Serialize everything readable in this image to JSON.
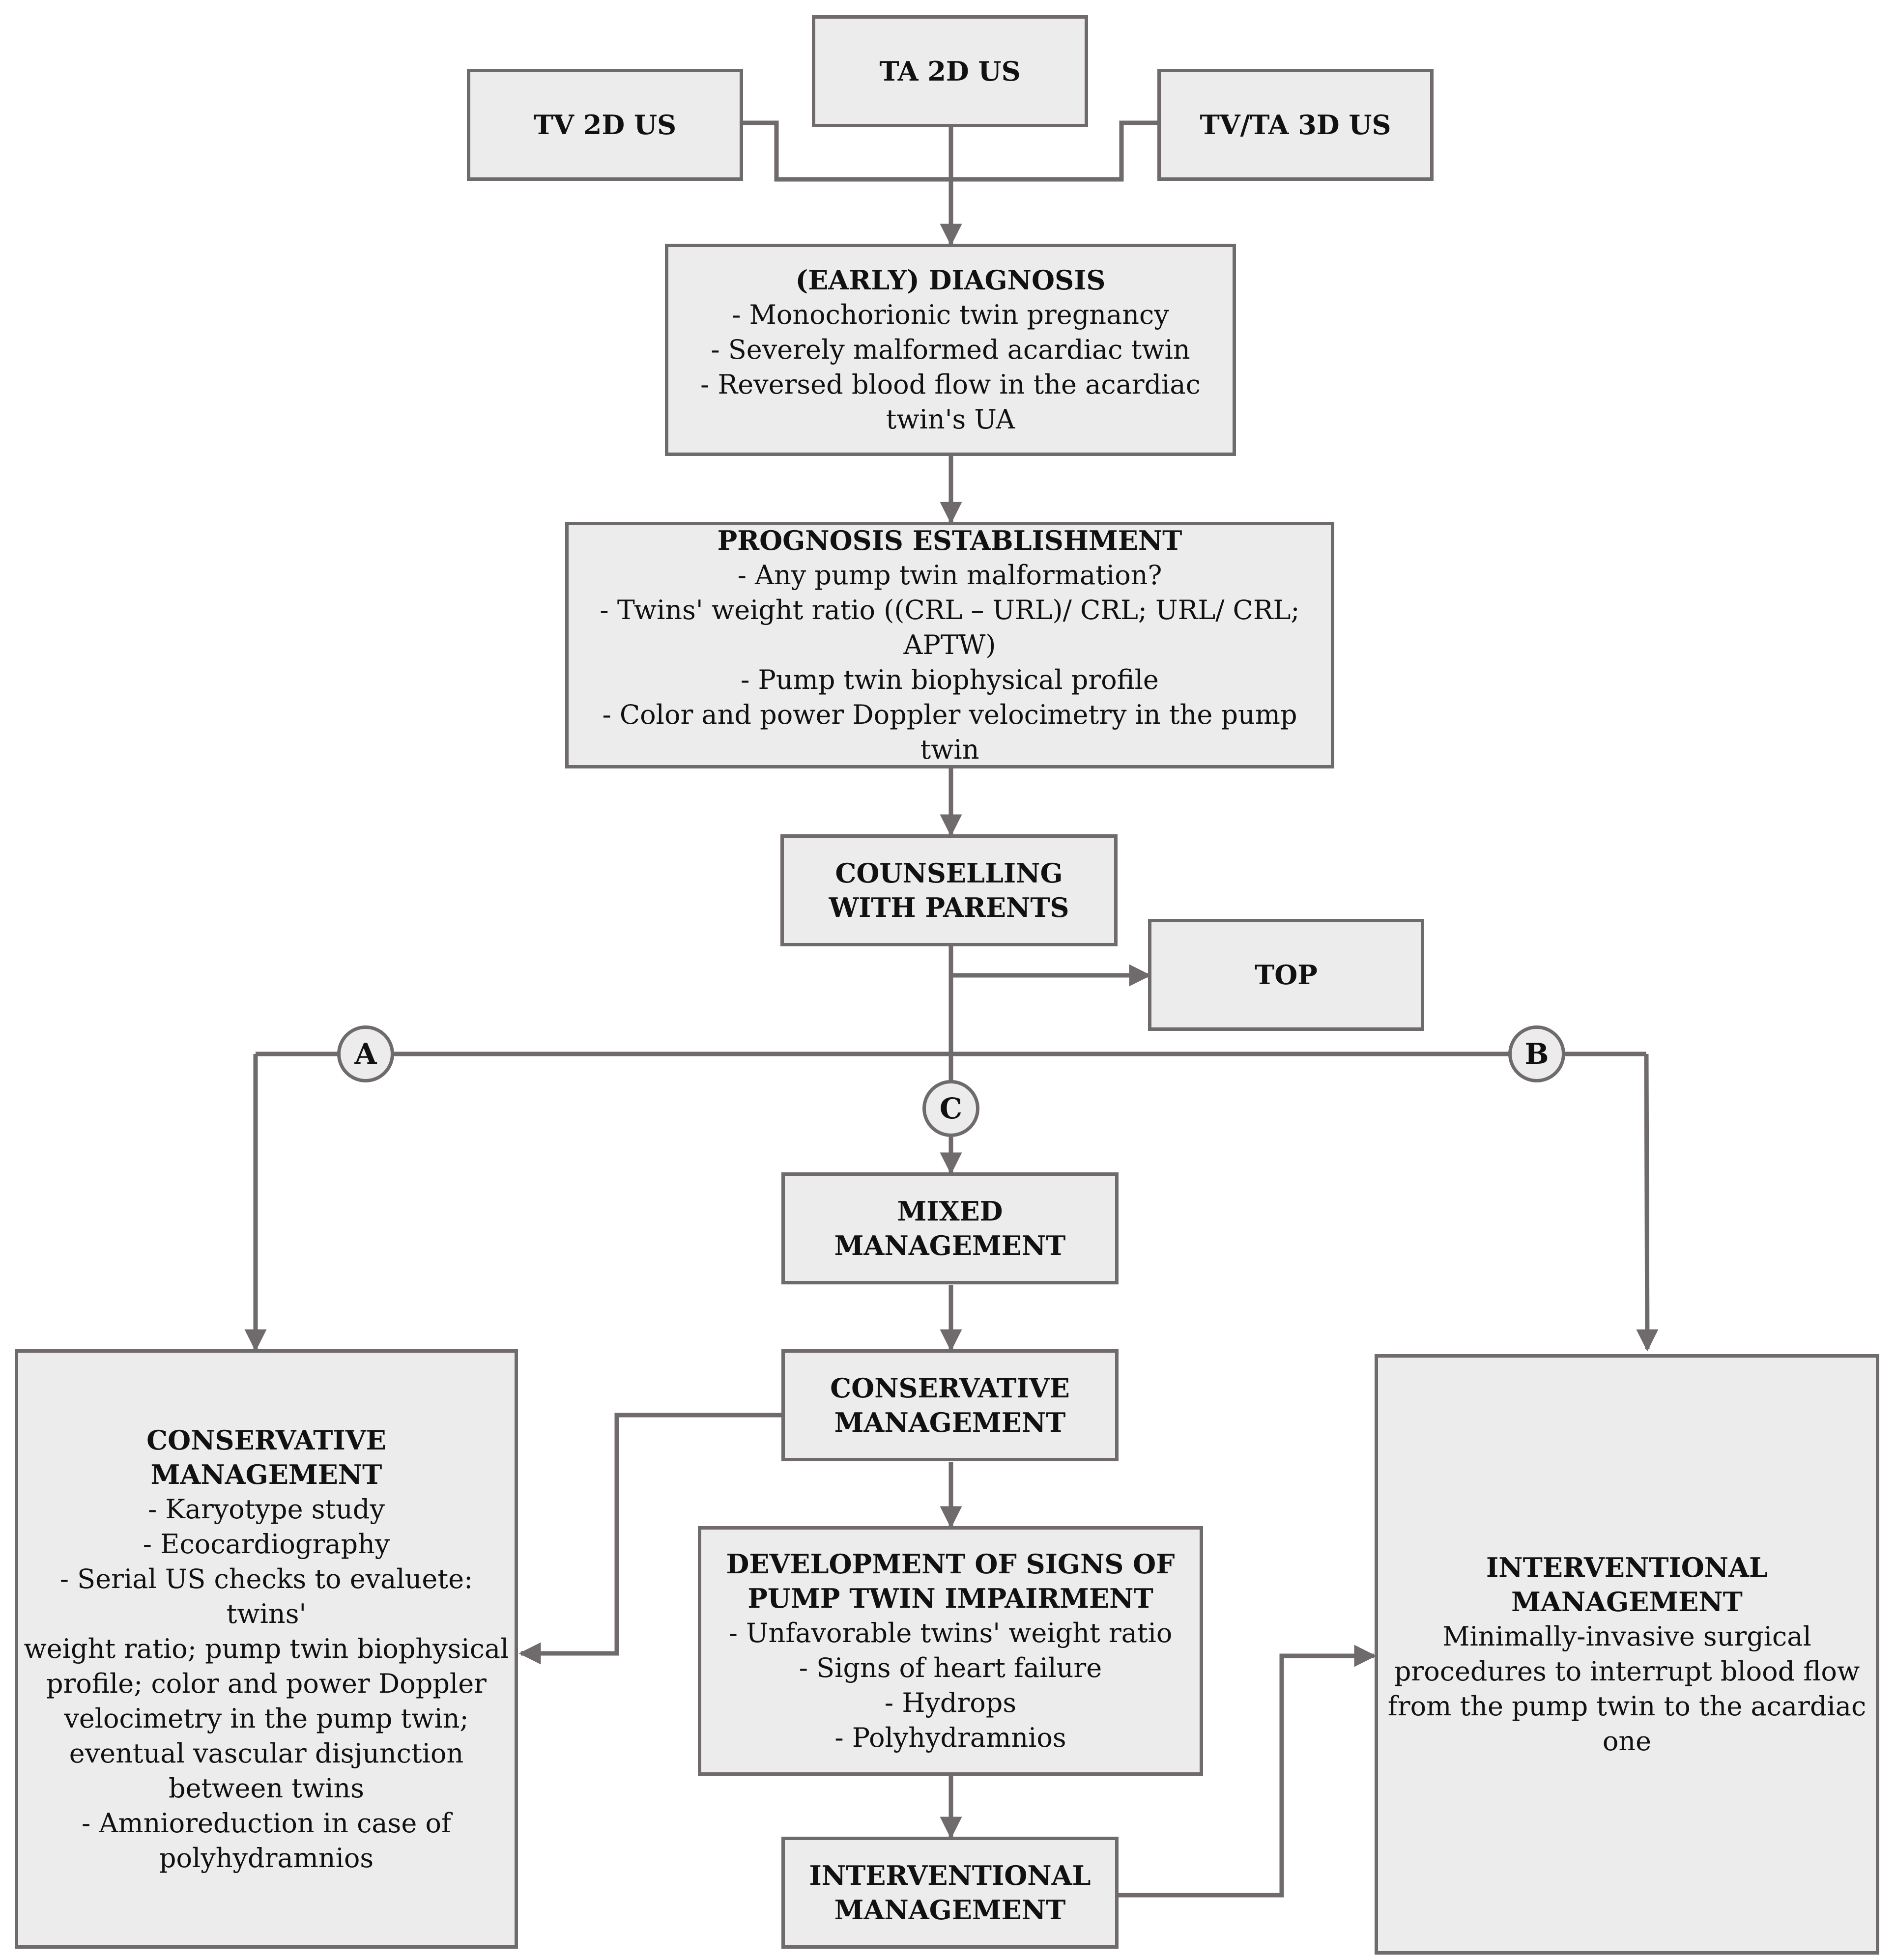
{
  "nodes": {
    "ta2d": {
      "title": "TA 2D US"
    },
    "tv2d": {
      "title": "TV 2D US"
    },
    "tvta3d": {
      "title": "TV/TA 3D US"
    },
    "diagnosis": {
      "title": "(EARLY) DIAGNOSIS",
      "lines": [
        "- Monochorionic twin pregnancy",
        "- Severely malformed acardiac twin",
        "- Reversed blood flow in the acardiac",
        "twin's UA"
      ]
    },
    "prognosis": {
      "title": "PROGNOSIS ESTABLISHMENT",
      "lines": [
        "- Any pump twin malformation?",
        "- Twins' weight ratio ((CRL – URL)/ CRL; URL/ CRL;",
        "APTW)",
        "- Pump twin biophysical profile",
        "- Color and power Doppler velocimetry in the pump twin"
      ]
    },
    "counselling": {
      "title_lines": [
        "COUNSELLING",
        "WITH PARENTS"
      ]
    },
    "top": {
      "title": "TOP"
    },
    "mixed": {
      "title_lines": [
        "MIXED",
        "MANAGEMENT"
      ]
    },
    "conservative_mid": {
      "title_lines": [
        "CONSERVATIVE",
        "MANAGEMENT"
      ]
    },
    "development": {
      "title_lines": [
        "DEVELOPMENT OF SIGNS OF",
        "PUMP TWIN IMPAIRMENT"
      ],
      "lines": [
        "- Unfavorable twins' weight ratio",
        "- Signs of heart failure",
        "- Hydrops",
        "- Polyhydramnios"
      ]
    },
    "interventional_mid": {
      "title_lines": [
        "INTERVENTIONAL",
        "MANAGEMENT"
      ]
    },
    "conservative_left": {
      "title_lines": [
        "CONSERVATIVE",
        "MANAGEMENT"
      ],
      "lines": [
        "- Karyotype study",
        "- Ecocardiography",
        "- Serial US checks to evaluete: twins'",
        "weight ratio; pump twin biophysical",
        "profile; color and power Doppler",
        "velocimetry in the pump twin;",
        "eventual vascular disjunction",
        "between twins",
        "- Amnioreduction in case of",
        "polyhydramnios"
      ]
    },
    "interventional_right": {
      "title_lines": [
        "INTERVENTIONAL",
        "MANAGEMENT"
      ],
      "lines": [
        "Minimally-invasive surgical",
        "procedures to interrupt blood flow",
        "from the pump twin to the acardiac",
        "one"
      ]
    }
  },
  "branches": {
    "a": "A",
    "b": "B",
    "c": "C"
  },
  "colors": {
    "line": "#6f6a6b",
    "box_fill": "#ececec"
  }
}
